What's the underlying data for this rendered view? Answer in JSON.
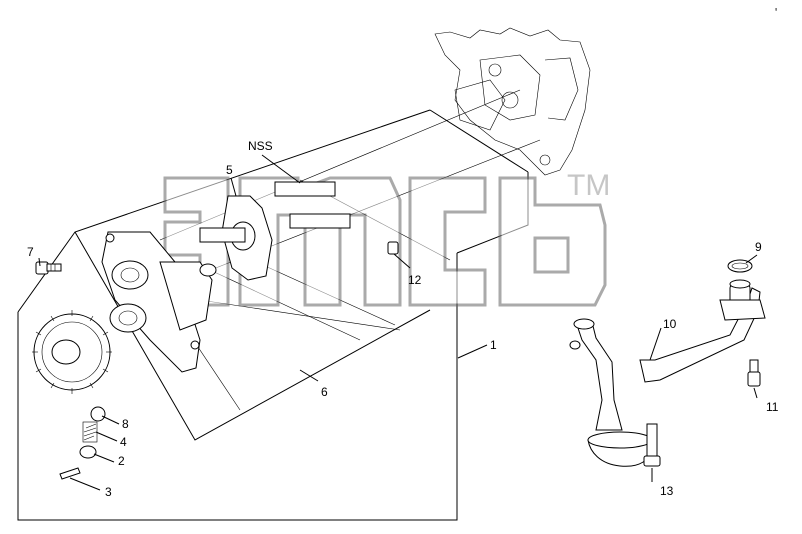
{
  "corner_code": "g",
  "watermark": {
    "trademark": "TM"
  },
  "callouts": [
    {
      "id": "1",
      "label": "1"
    },
    {
      "id": "2",
      "label": "2"
    },
    {
      "id": "3",
      "label": "3"
    },
    {
      "id": "4",
      "label": "4"
    },
    {
      "id": "5",
      "label": "5"
    },
    {
      "id": "6",
      "label": "6"
    },
    {
      "id": "7",
      "label": "7"
    },
    {
      "id": "8",
      "label": "8"
    },
    {
      "id": "9",
      "label": "9"
    },
    {
      "id": "10",
      "label": "10"
    },
    {
      "id": "11",
      "label": "11"
    },
    {
      "id": "12",
      "label": "12"
    },
    {
      "id": "13",
      "label": "13"
    },
    {
      "id": "nss",
      "label": "NSS"
    }
  ]
}
